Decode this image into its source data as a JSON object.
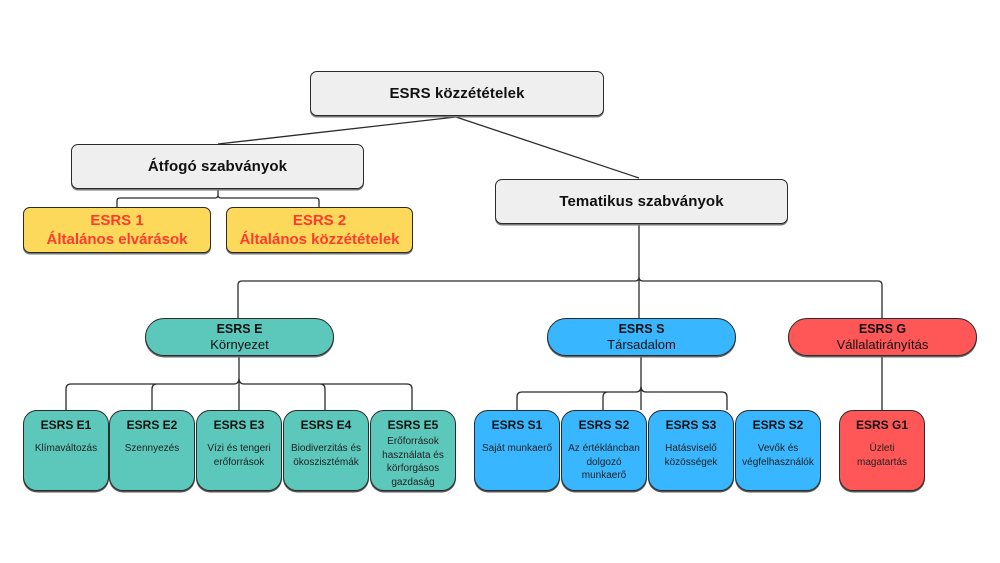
{
  "colors": {
    "root_fill": "#efefef",
    "general_fill": "#fcd95a",
    "general_text": "#ff3a30",
    "environment": "#5bc8bb",
    "social": "#38b6ff",
    "governance": "#ff5757",
    "connector": "#2b2b2b"
  },
  "root": {
    "label": "ESRS közzétételek"
  },
  "crosscutting": {
    "label": "Átfogó szabványok",
    "children": [
      {
        "code": "ESRS 1",
        "label": "Általános elvárások"
      },
      {
        "code": "ESRS 2",
        "label": "Általános közzétételek"
      }
    ]
  },
  "topical": {
    "label": "Tematikus szabványok",
    "groups": [
      {
        "code": "ESRS E",
        "label": "Környezet",
        "children": [
          {
            "code": "ESRS E1",
            "label": "Klímaváltozás"
          },
          {
            "code": "ESRS E2",
            "label": "Szennyezés"
          },
          {
            "code": "ESRS E3",
            "label": "Vízi és tengeri erőforrások"
          },
          {
            "code": "ESRS E4",
            "label": "Biodiverzitás és ökoszisztémák"
          },
          {
            "code": "ESRS E5",
            "label": "Erőforrások használata és körforgásos gazdaság"
          }
        ]
      },
      {
        "code": "ESRS S",
        "label": "Társadalom",
        "children": [
          {
            "code": "ESRS S1",
            "label": "Saját munkaerő"
          },
          {
            "code": "ESRS S2",
            "label": "Az értékláncban dolgozó munkaerő"
          },
          {
            "code": "ESRS S3",
            "label": "Hatásviselő közösségek"
          },
          {
            "code": "ESRS S2",
            "label": "Vevők és végfelhasználók"
          }
        ]
      },
      {
        "code": "ESRS G",
        "label": "Vállalatirányítás",
        "children": [
          {
            "code": "ESRS G1",
            "label": "Üzleti magatartás"
          }
        ]
      }
    ]
  }
}
